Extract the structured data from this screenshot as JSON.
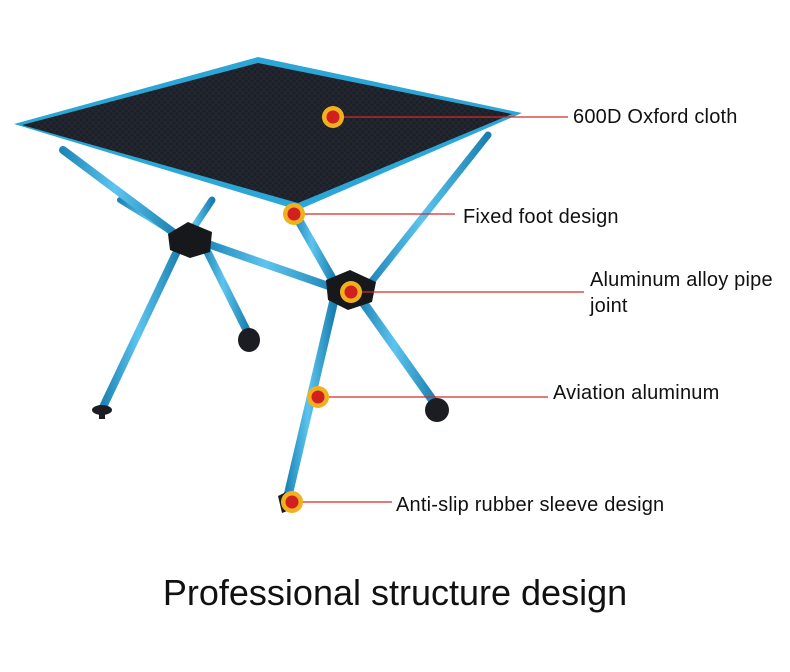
{
  "product": {
    "subject": "folding-camping-table",
    "colors": {
      "tabletop": "#1c1f27",
      "tabletop_edge": "#2ba6d6",
      "legs": "#3aa6d8",
      "joints": "#16181c",
      "marker_outer": "#f2b01e",
      "marker_inner": "#d21f1f",
      "leader_line": "#d32b2b"
    }
  },
  "callouts": [
    {
      "id": "oxford",
      "label": "600D Oxford cloth"
    },
    {
      "id": "foot",
      "label": "Fixed foot design"
    },
    {
      "id": "joint",
      "label": "Aluminum alloy pipe joint"
    },
    {
      "id": "aviation",
      "label": "Aviation aluminum"
    },
    {
      "id": "rubber",
      "label": "Anti-slip rubber sleeve design"
    }
  ],
  "caption": "Professional structure design"
}
